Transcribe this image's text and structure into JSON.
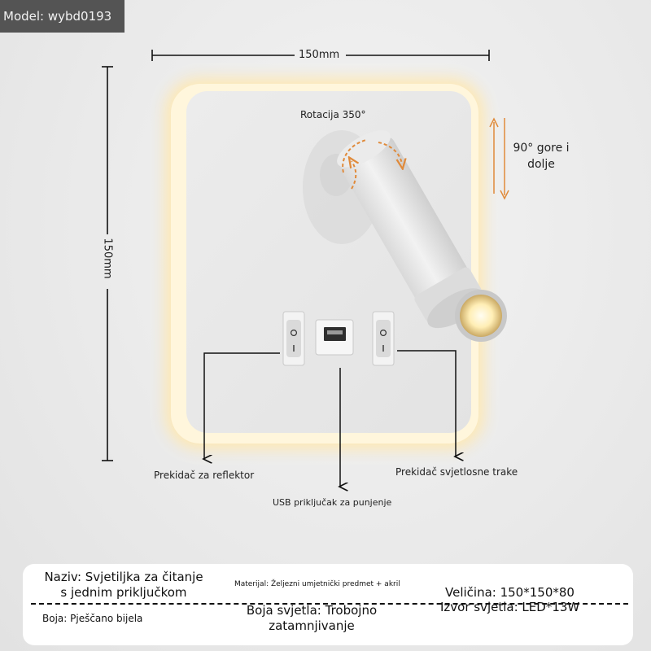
{
  "model_label": "Model: wybd0193",
  "dimensions": {
    "width": "150mm",
    "height": "150mm"
  },
  "callouts": {
    "rotation": "Rotacija 350°",
    "tilt_line1": "90° gore i",
    "tilt_line2": "dolje",
    "switch_left": "Prekidač za reflektor",
    "usb": "USB priključak za punjenje",
    "switch_right": "Prekidač svjetlosne trake"
  },
  "specs": {
    "name_line1": "Naziv: Svjetiljka za čitanje",
    "name_line2": "s jednim priključkom",
    "material": "Materijal: Željezni umjetnički predmet + akril",
    "size": "Veličina: 150*150*80",
    "color_temp_line1": "Boja svjetla: Trobojno",
    "color_temp_line2": "zatamnjivanje",
    "source": "Izvor svjetla: LED*13W",
    "body_color": "Boja: Pješčano bijela"
  },
  "colors": {
    "glow": "#ffe9b8",
    "panel": "#e8e8e8",
    "arrow_accent": "#e08a3a"
  }
}
